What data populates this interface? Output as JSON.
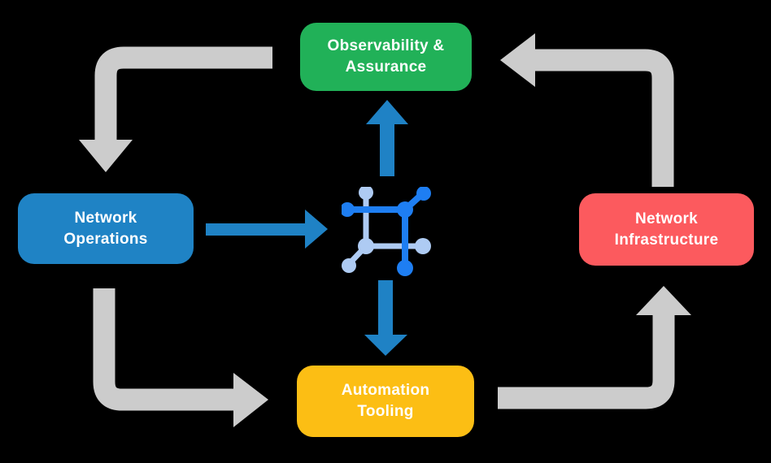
{
  "diagram": {
    "background": "#000000",
    "nodes": {
      "observability": {
        "line1": "Observability &",
        "line2": "Assurance",
        "color": "#21b158"
      },
      "network_operations": {
        "line1": "Network",
        "line2": "Operations",
        "color": "#1f83c5"
      },
      "network_infrastructure": {
        "line1": "Network",
        "line2": "Infrastructure",
        "color": "#fc5a5e"
      },
      "automation_tooling": {
        "line1": "Automation",
        "line2": "Tooling",
        "color": "#fcbe14"
      }
    },
    "center_icon": {
      "name": "network-mesh-icon",
      "dark_blue": "#1e7ef2",
      "light_blue": "#aecbf3"
    },
    "arrows": {
      "gray_color": "#cccccc",
      "blue_color": "#1f82c5",
      "cycle": [
        {
          "from": "Observability & Assurance",
          "to": "Network Operations"
        },
        {
          "from": "Network Operations",
          "to": "Automation Tooling"
        },
        {
          "from": "Automation Tooling",
          "to": "Network Infrastructure"
        },
        {
          "from": "Network Infrastructure",
          "to": "Observability & Assurance"
        }
      ],
      "hub_links": [
        {
          "from": "Network Operations",
          "to": "center-icon"
        },
        {
          "from": "center-icon",
          "to": "Observability & Assurance"
        },
        {
          "from": "center-icon",
          "to": "Automation Tooling"
        }
      ]
    }
  }
}
